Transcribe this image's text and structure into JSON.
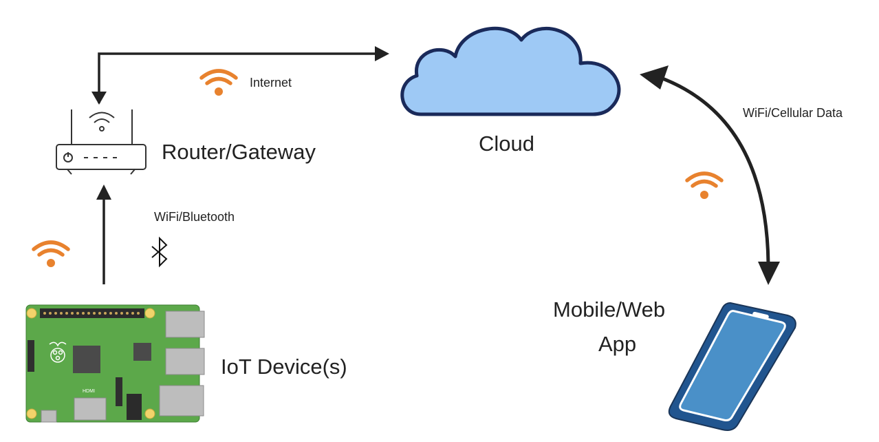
{
  "labels": {
    "router": "Router/Gateway",
    "cloud": "Cloud",
    "iot_device": "IoT Device(s)",
    "app_line1": "Mobile/Web",
    "app_line2": "App",
    "internet": "Internet",
    "wifi_bluetooth": "WiFi/Bluetooth",
    "wifi_cellular": "WiFi/Cellular Data",
    "board_hdmi": "HDMI"
  },
  "colors": {
    "wifi_icon": "#e8822e",
    "cloud_fill": "#9ec9f5",
    "cloud_stroke": "#1a2a5a",
    "board_green": "#5ca84a",
    "phone_body": "#21558f",
    "phone_screen": "#4a90c8",
    "arrow": "#222222"
  },
  "icons": {
    "wifi": "wifi-icon",
    "bluetooth": "bluetooth-icon",
    "router": "router-icon",
    "cloud": "cloud-icon",
    "board": "raspberry-pi-board-icon",
    "phone": "smartphone-icon"
  }
}
